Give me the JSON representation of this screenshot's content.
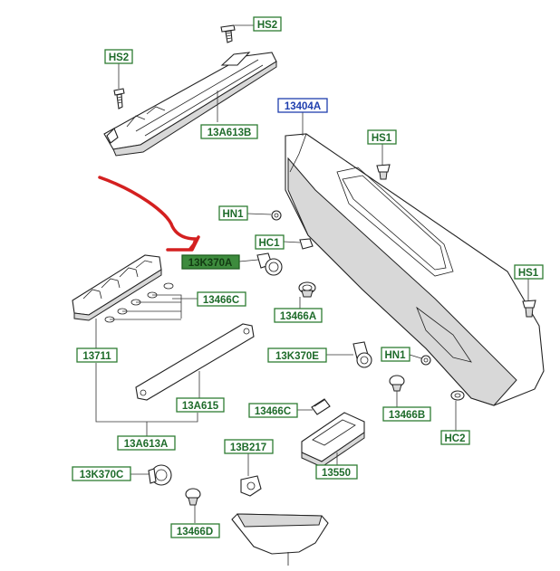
{
  "labels": {
    "hs2_top": "HS2",
    "hs2_left": "HS2",
    "p13a613b": "13A613B",
    "p13404a": "13404A",
    "hs1_top": "HS1",
    "hn1_left": "HN1",
    "hc1": "HC1",
    "p13k370a": "13K370A",
    "p13466c_left": "13466C",
    "p13466a": "13466A",
    "hs1_right": "HS1",
    "p13711": "13711",
    "p13k370e": "13K370E",
    "hn1_mid": "HN1",
    "p13a615": "13A615",
    "p13466b": "13466B",
    "p13466c_mid": "13466C",
    "hc2": "HC2",
    "p13a613a": "13A613A",
    "p13b217": "13B217",
    "p13550": "13550",
    "p13k370c": "13K370C",
    "p13466d": "13466D"
  },
  "colors": {
    "green_label": "#2e7d32",
    "blue_label": "#1f3fae",
    "highlight_label": "#3d8b3d",
    "annotation_arrow": "#d42020"
  },
  "highlighted_part": "13K370A"
}
